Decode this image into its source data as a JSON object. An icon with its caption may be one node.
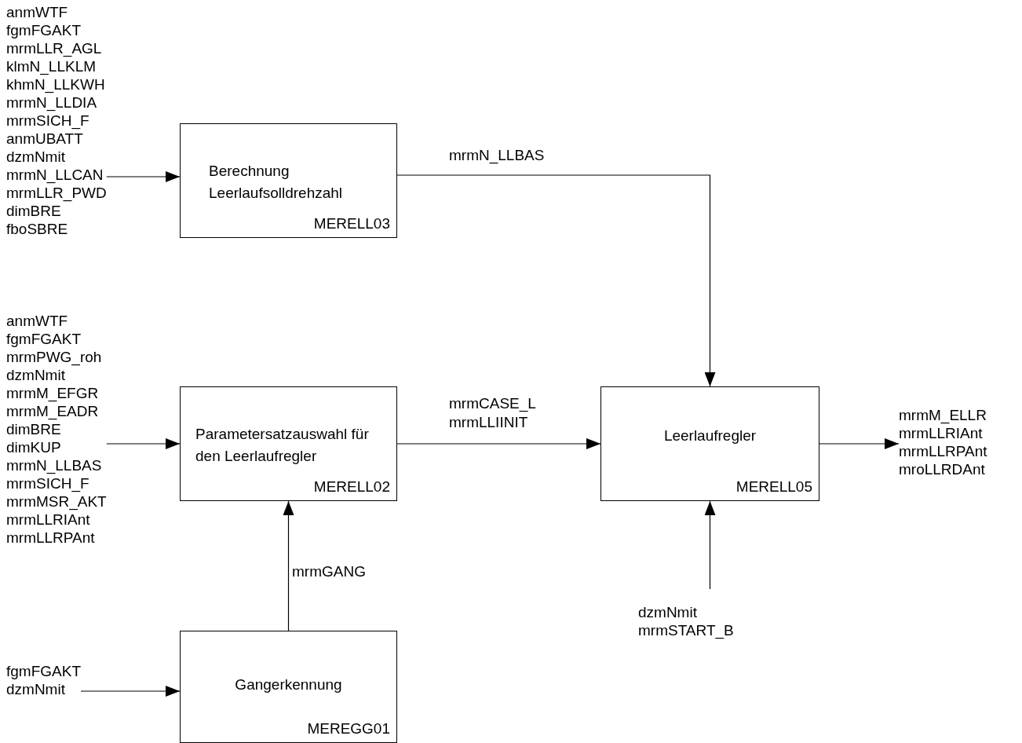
{
  "diagram": {
    "nodes": [
      {
        "text": [
          "anmWTF",
          "fgmFGAKT",
          "mrmLLR_AGL",
          "klmN_LLKLM",
          "khmN_LLKWH",
          "mrmN_LLDIA",
          "mrmSICH_F",
          "anmUBATT",
          "dzmNmit",
          "mrmN_LLCAN",
          "mrmLLR_PWD",
          "dimBRE",
          "fboSBRE"
        ]
      },
      {
        "text": [
          "Berechnung Leerlaufsolldrehzahl",
          "MERELL03"
        ]
      },
      {
        "text": [
          "anmWTF",
          "fgmFGAKT",
          "mrmPWG_roh",
          "dzmNmit",
          "mrmM_EFGR",
          "mrmM_EADR",
          "dimBRE",
          "dimKUP",
          "mrmN_LLBAS",
          "mrmSICH_F",
          "mrmMSR_AKT",
          "mrmLLRIAnt",
          "mrmLLRPAnt"
        ]
      },
      {
        "text": [
          "Parametersatzauswahl für den Leerlaufregler",
          "MERELL02"
        ]
      },
      {
        "text": [
          "Leerlaufregler",
          "MERELL05"
        ]
      },
      {
        "text": [
          "mrmM_ELLR",
          "mrmLLRIAnt",
          "mrmLLRPAnt",
          "mroLLRDAnt"
        ]
      },
      {
        "text": [
          "fgmFGAKT",
          "dzmNmit"
        ]
      },
      {
        "text": [
          "Gangerkennung",
          "MEREGG01"
        ]
      },
      {
        "text": [
          "dzmNmit",
          "mrmSTART_B"
        ]
      }
    ],
    "edges": [
      {
        "from": 0,
        "to": 1,
        "arrow": "to"
      },
      {
        "from": 1,
        "to": 4,
        "arrow": "to",
        "label": "mrmN_LLBAS"
      },
      {
        "from": 2,
        "to": 3,
        "arrow": "to"
      },
      {
        "from": 3,
        "to": 4,
        "arrow": "to",
        "label": "mrmCASE_L mrmLLIINIT"
      },
      {
        "from": 4,
        "to": 5,
        "arrow": "to"
      },
      {
        "from": 7,
        "to": 3,
        "arrow": "to",
        "label": "mrmGANG"
      },
      {
        "from": 8,
        "to": 4,
        "arrow": "to"
      },
      {
        "from": 6,
        "to": 7,
        "arrow": "to"
      }
    ]
  }
}
